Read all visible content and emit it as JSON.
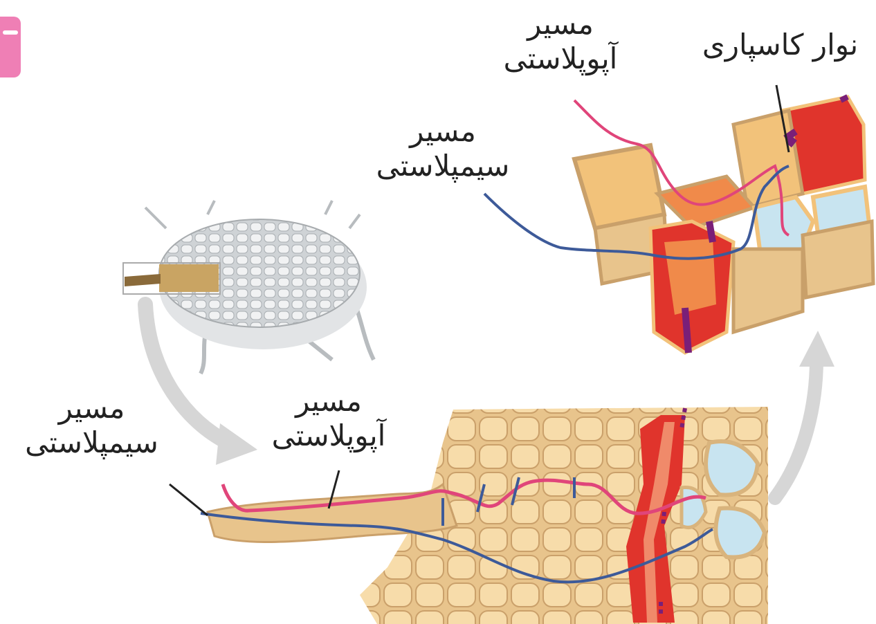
{
  "labels": {
    "top_apoplast_line1": "مسیر",
    "top_apoplast_line2": "آپوپلاستی",
    "casparian_strip": "نوار کاسپاری",
    "top_symplast_line1": "مسیر",
    "top_symplast_line2": "سیمپلاستی",
    "bottom_symplast_line1": "مسیر",
    "bottom_symplast_line2": "سیمپلاستی",
    "bottom_apoplast_line1": "مسیر",
    "bottom_apoplast_line2": "آپوپلاستی"
  },
  "colors": {
    "apoplast_path": "#e0457a",
    "symplast_path": "#3d5a99",
    "casparian_strip": "#7a1f78",
    "endodermis": "#e0342c",
    "cell_fill": "#f6d9a6",
    "cell_wall": "#d9b47d",
    "vascular_cell": "#c8e4f0",
    "arrow": "#d4d4d4",
    "corner_tab": "#ef7fb5"
  },
  "icons": {
    "corner_tab": "pink-bookmark-tab",
    "flow_arrows": "curved-gray-arrow"
  }
}
